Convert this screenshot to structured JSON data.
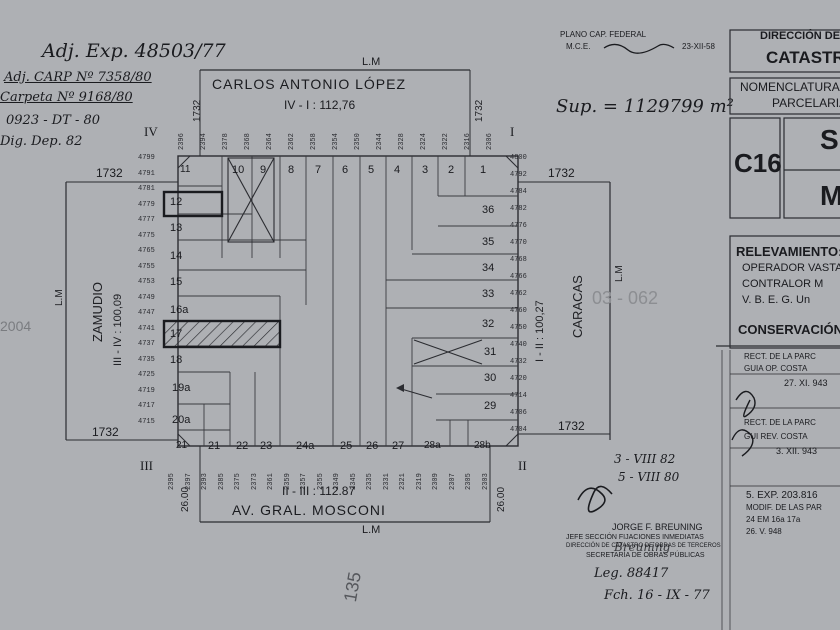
{
  "header": {
    "adj_exp": "Adj. Exp. 48503/77",
    "adj_carp": "Adj. CARP Nº 7358/80",
    "carpeta": "Carpeta Nº 9168/80",
    "ref1": "0923 - DT - 80",
    "ref2": "Dig. Dep. 82"
  },
  "plano": {
    "line1": "PLANO CAP. FEDERAL",
    "mce": "M.C.E.",
    "mce_date": "23-XII-58"
  },
  "surface": "Sup. = 1129799 m²",
  "streets": {
    "north": "CARLOS ANTONIO LÓPEZ",
    "north_dim": "IV - I : 112,76",
    "west": "ZAMUDIO",
    "west_dim": "III - IV : 100,09",
    "east": "CARACAS",
    "east_dim": "I - II : 100,27",
    "south": "AV. GRAL. MOSCONI",
    "south_dim": "II - III : 112.87",
    "lm": "L.M"
  },
  "corners": {
    "i": "I",
    "ii": "II",
    "iii": "III",
    "iv": "IV"
  },
  "corner_numbers": {
    "nw": "1732",
    "ne": "1732",
    "sw": "1732",
    "se": "1732",
    "n_left": "1732",
    "n_right": "1732",
    "s_left": "26.00",
    "s_right": "26.00"
  },
  "lots_top": [
    "11",
    "10",
    "9",
    "8",
    "7",
    "6",
    "5",
    "4",
    "3",
    "2",
    "1"
  ],
  "lots_right": [
    "36",
    "35",
    "34",
    "33",
    "32",
    "31",
    "30",
    "29"
  ],
  "lots_left": [
    "12",
    "13",
    "14",
    "15",
    "16a",
    "17",
    "18",
    "19a",
    "20a",
    "21"
  ],
  "lots_bottom": [
    "21",
    "22",
    "23",
    "24a",
    "25",
    "26",
    "27",
    "28a",
    "28b"
  ],
  "plate_numbers_top": [
    "2396",
    "2394",
    "2378",
    "2368",
    "2364",
    "2362",
    "2358",
    "2354",
    "2350",
    "2344",
    "2328",
    "2324",
    "2322",
    "2316",
    "2306"
  ],
  "plate_numbers_bottom": [
    "2395",
    "2397",
    "2393",
    "2385",
    "2375",
    "2373",
    "2361",
    "2359",
    "2357",
    "2355",
    "2349",
    "2345",
    "2335",
    "2331",
    "2321",
    "2319",
    "2309",
    "2307",
    "2305",
    "2303"
  ],
  "plate_numbers_left": [
    "4799",
    "4791",
    "4781",
    "4779",
    "4777",
    "4775",
    "4765",
    "4755",
    "4753",
    "4749",
    "4747",
    "4741",
    "4737",
    "4735",
    "4725",
    "4719",
    "4717",
    "4715"
  ],
  "plate_numbers_right": [
    "4800",
    "4792",
    "4784",
    "4782",
    "4776",
    "4770",
    "4768",
    "4766",
    "4762",
    "4760",
    "4750",
    "4740",
    "4732",
    "4720",
    "4714",
    "4706",
    "4704"
  ],
  "dates": {
    "d1": "3 - VIII 82",
    "d2": "5 - VIII 80"
  },
  "stamp": {
    "name": "JORGE F. BREUNING",
    "title1": "JEFE SECCIÓN FIJACIONES INMEDIATAS",
    "title2": "DIRECCIÓN DE CATASTRO DE OBRAS DE TERCEROS",
    "title3": "SECRETARÍA DE OBRAS PÚBLICAS",
    "sig": "Breuning",
    "leg": "Leg. 88417",
    "fech": "Fch. 16 - IX - 77"
  },
  "right_panel": {
    "direccion": "DIRECCIÓN DEL",
    "catastro": "CATASTRO",
    "nomenclatura": "NOMENCLATURA",
    "parcelaria": "PARCELARIA",
    "code": "C16",
    "code_s": "S",
    "code_m": "M",
    "relevamiento": "RELEVAMIENTO:",
    "operador": "OPERADOR VASTA",
    "contralor": "CONTRALOR M",
    "vb": "V. B. E. G. Un",
    "conservacion": "CONSERVACIÓN",
    "rect1": "RECT. DE LA PARC",
    "guia1": "GUIA OP. COSTA",
    "date1": "27. XI. 943",
    "rect2": "RECT. DE LA PARC",
    "guia2": "GUI REV. COSTA",
    "date2": "3. XII. 943",
    "exp": "5. EXP. 203.816",
    "modif": "MODIF. DE LAS PAR",
    "lot_ref": "24 EM 16a 17a",
    "date3": "26. V. 948"
  },
  "side_marks": {
    "b35": "135",
    "a2004": "2004",
    "faded": "03 - 062"
  }
}
